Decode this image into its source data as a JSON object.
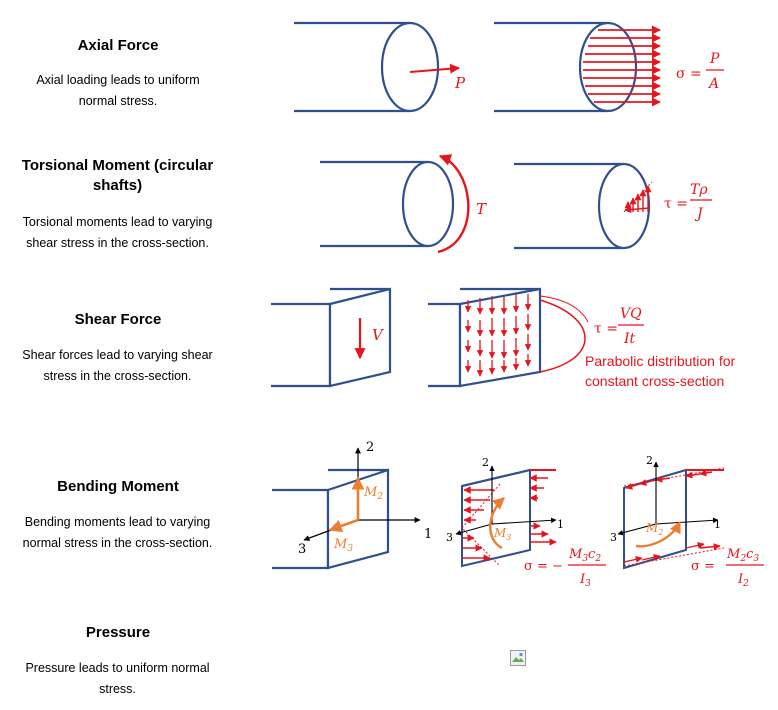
{
  "rows": [
    {
      "title": "Axial Force",
      "desc": "Axial loading leads to uniform normal stress."
    },
    {
      "title": "Torsional Moment (circular shafts)",
      "desc": "Torsional moments lead to varying shear stress in the cross-section."
    },
    {
      "title": "Shear Force",
      "desc": "Shear forces lead to varying shear stress in the cross-section."
    },
    {
      "title": "Bending Moment",
      "desc": "Bending moments lead to varying normal stress in the cross-section."
    },
    {
      "title": "Pressure",
      "desc": "Pressure leads to uniform normal stress."
    }
  ],
  "labels": {
    "P": "P",
    "T": "T",
    "V": "V",
    "sigma_eq": "σ =",
    "P_num": "P",
    "A_den": "A",
    "tau_eq": "τ =",
    "Trho_num": "Tρ",
    "J_den": "J",
    "VQ_num": "VQ",
    "It_den": "It",
    "parabolic": "Parabolic distribution for",
    "constant": "constant cross-section",
    "ax1": "1",
    "ax2": "2",
    "ax3": "3",
    "M2": "M",
    "M3": "M",
    "sub2": "2",
    "sub3": "3",
    "sigma_neg": "σ = −",
    "M3c2": "M",
    "I3": "I",
    "M2c3": "M",
    "I2": "I",
    "c": "c"
  },
  "colors": {
    "blue": "#2f4f8f",
    "red": "#e8141b",
    "orange": "#ed7d31"
  }
}
